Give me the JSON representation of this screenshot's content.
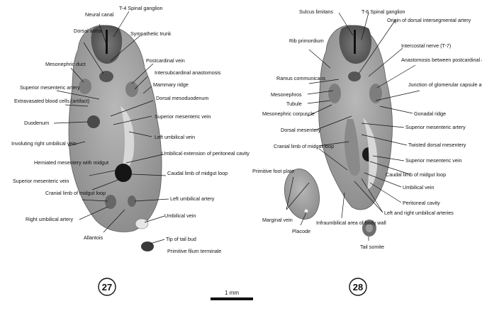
{
  "section_27": {
    "number": "27",
    "labels": {
      "neural_canal": "Neural canal",
      "t4_ganglion": "T-4 Spinal ganglion",
      "dorsal_aorta": "Dorsal aorta",
      "sympathetic_trunk": "Sympathetic trunk",
      "mesonephric_duct": "Mesonephric duct",
      "postcardinal_vein": "Postcardinal vein",
      "intersubcardinal": "Intersubcardinal anastomosis",
      "superior_mesenteric_artery": "Superior mesenteric artery",
      "mammary_ridge": "Mammary ridge",
      "extravasated": "Extravasated blood cells (artifact)",
      "dorsal_mesoduodenum": "Dorsal mesoduodenum",
      "superior_mesenteric_vein_top": "Superior mesenteric vein",
      "duodenum": "Duodenum",
      "left_umbilical_vein": "Left umbilical vein",
      "involuting_right": "Involuting right umbilical vein",
      "umbilical_extension": "Umbilical extension of peritoneal cavity",
      "herniated": "Herniated mesentery with midgut",
      "superior_mesenteric_vein_bottom": "Superior mesenteric vein",
      "caudal_limb": "Caudal limb of midgut loop",
      "cranial_limb": "Cranial limb of midgut loop",
      "left_umbilical_artery": "Left umbilical artery",
      "right_umbilical_artery": "Right umbilical artery",
      "umbilical_vein": "Umbilical vein",
      "allantois": "Allantois",
      "tip_tail_bud": "Tip of tail bud",
      "primitive_filum": "Primitive filum terminale"
    }
  },
  "section_28": {
    "number": "28",
    "labels": {
      "sulcus_limitans": "Sulcus limitans",
      "t6_ganglion": "T-6 Spinal ganglion",
      "origin_dorsal": "Origin of dorsal intersegmental artery",
      "rib_primordium": "Rib primordium",
      "intercostal_nerve": "Intercostal nerve (T-7)",
      "ramus_communicans": "Ramus communicans",
      "anastomosis": "Anastomosis between postcardinal and subcardinal veins",
      "mesonephros": "Mesonephros",
      "junction": "Junction of glomerular capsule and tubule",
      "tubule": "Tubule",
      "mesonephric_corpuscle": "Mesonephric corpuscle",
      "gonadal_ridge": "Gonadal ridge",
      "dorsal_mesentery": "Dorsal mesentery",
      "superior_mesenteric_artery": "Superior mesenteric artery",
      "cranial_limb": "Cranial limb of midgut loop",
      "twisted_dorsal": "Twisted dorsal mesentery",
      "superior_mesenteric_vein": "Superior mesenteric vein",
      "primitive_foot_plate": "Primitive foot plate",
      "caudal_limb": "Caudal limb of midgut loop",
      "umbilical_vein": "Umbilical vein",
      "peritoneal_cavity": "Peritoneal cavity",
      "left_right_arteries": "Left and right umbilical arteries",
      "marginal_vein": "Marginal vein",
      "infraumbilical": "Infraumbilical area of body wall",
      "placode": "Placode",
      "tail_somite": "Tail somite"
    }
  },
  "scale_bar": {
    "label": "1 mm"
  },
  "colors": {
    "tissue": "#9a9a9a",
    "tissue_dark": "#6a6a6a",
    "lumen": "#f2f2f2",
    "ink": "#111111"
  }
}
